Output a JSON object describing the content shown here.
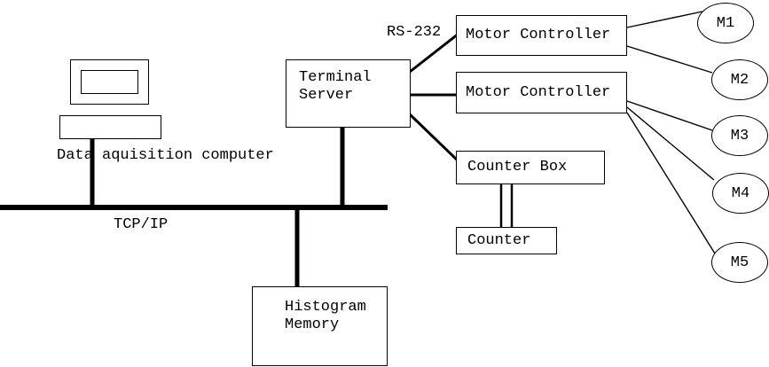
{
  "colors": {
    "ink": "#000000",
    "background": "#ffffff"
  },
  "labels": {
    "computer_caption": "Data aquisition computer",
    "network_bus": "TCP/IP",
    "serial_link": "RS-232"
  },
  "nodes": {
    "terminal_server": {
      "line1": "Terminal",
      "line2": "Server"
    },
    "motor_controller_top": {
      "label": "Motor Controller"
    },
    "motor_controller_bottom": {
      "label": "Motor Controller"
    },
    "counter_box": {
      "label": "Counter Box"
    },
    "counter": {
      "label": "Counter"
    },
    "histogram_memory": {
      "line1": "Histogram",
      "line2": "Memory"
    },
    "motors": [
      {
        "label": "M1"
      },
      {
        "label": "M2"
      },
      {
        "label": "M3"
      },
      {
        "label": "M4"
      },
      {
        "label": "M5"
      }
    ]
  }
}
